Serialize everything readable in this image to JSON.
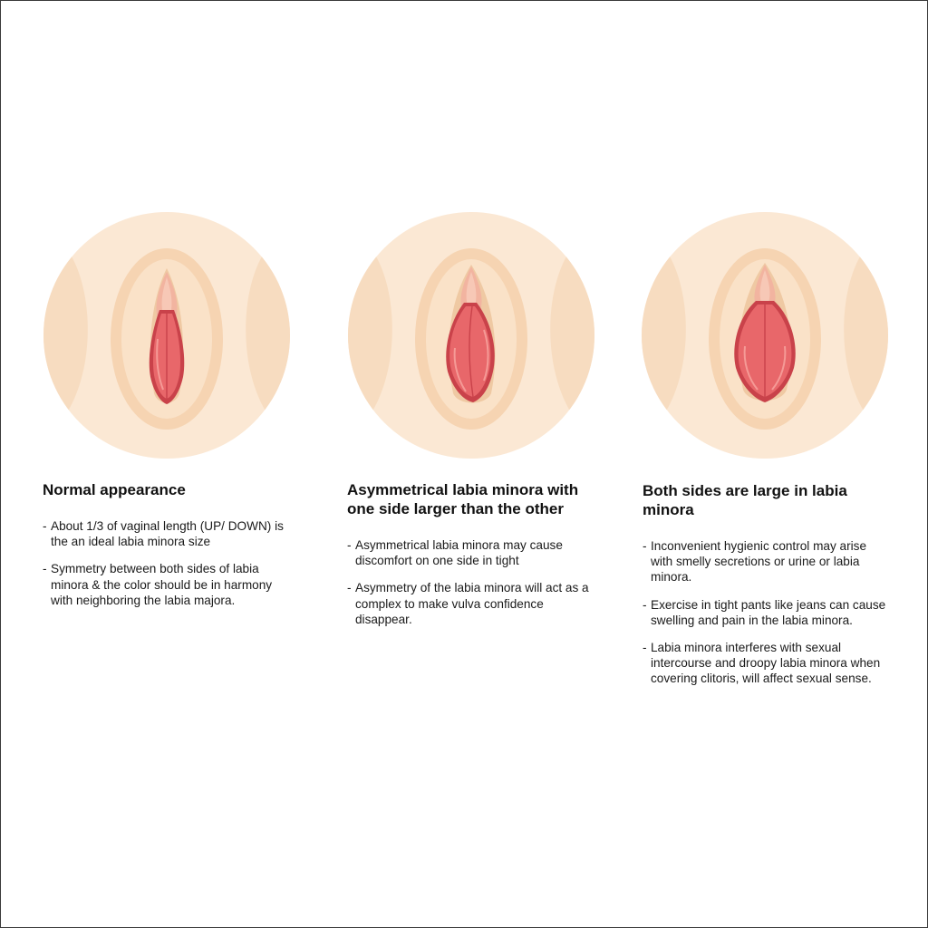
{
  "columns": [
    {
      "title": "Normal appearance",
      "points": [
        "About 1/3 of vaginal length (UP/ DOWN) is the an ideal labia minora size",
        "Symmetry between both sides of labia minora & the color should be in harmony with neighboring the labia majora."
      ]
    },
    {
      "title": "Asymmetrical labia minora with one side larger than the other",
      "points": [
        "Asymmetrical labia minora may cause discomfort on one side in tight",
        "Asymmetry of the labia minora will act as a complex to make vulva confidence disappear."
      ]
    },
    {
      "title": "Both sides are large in labia minora",
      "points": [
        "Inconvenient hygienic control may arise with smelly secretions or urine or labia minora.",
        "Exercise in tight pants like jeans can cause swelling and pain in the labia minora.",
        "Labia minora interferes with sexual intercourse and droopy labia minora when covering clitoris, will affect sexual sense."
      ]
    }
  ],
  "colors": {
    "skin_light": "#fbe8d4",
    "skin_mid": "#f6d7b8",
    "skin_shadow": "#efc9a3",
    "tissue": "#e8676a",
    "tissue_dark": "#c9424a",
    "tissue_light": "#f59a96",
    "hood": "#f2b4a0"
  }
}
